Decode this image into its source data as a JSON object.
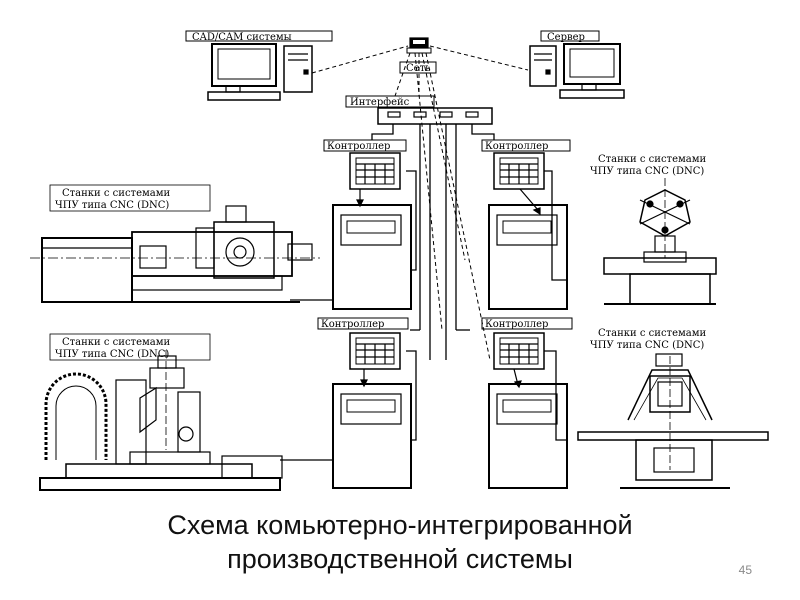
{
  "diagram": {
    "cad_cam_label": "CAD/CAM системы",
    "server_label": "Сервер",
    "network_label": "Сеть",
    "interface_label": "Интерфейс",
    "controllers": [
      "Контроллер",
      "Контроллер",
      "Контроллер",
      "Контроллер"
    ],
    "machine_labels": {
      "left_top": [
        "Станки с системами",
        "ЧПУ типа CNC (DNC)"
      ],
      "left_bottom": [
        "Станки с системами",
        "ЧПУ типа CNC (DNC)"
      ],
      "right_top": [
        "Станки с системами",
        "ЧПУ типа CNC (DNC)"
      ],
      "right_bottom": [
        "Станки с системами",
        "ЧПУ типа CNC (DNC)"
      ]
    }
  },
  "caption": {
    "line1": "Схема комьютерно-интегрированной",
    "line2": "производственной системы"
  },
  "slide_number": "45"
}
